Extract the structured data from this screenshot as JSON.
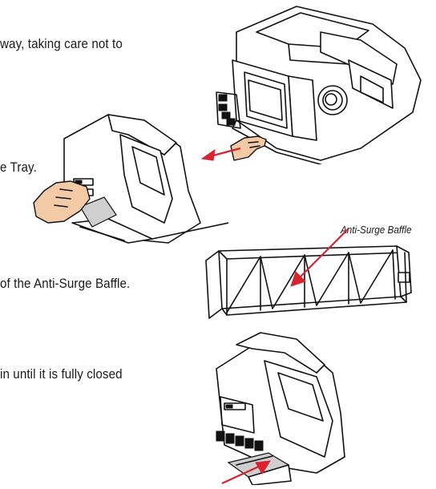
{
  "instructions": [
    {
      "text": "way, taking care not to"
    },
    {
      "text": "e Tray."
    },
    {
      "text": "of the Anti-Surge Baffle."
    },
    {
      "text": "in until it is fully closed"
    }
  ],
  "callout": {
    "label": "Anti-Surge Baffle",
    "arrow_color": "#d9232e"
  },
  "colors": {
    "arrow": "#d9232e",
    "skin": "#f2cba6",
    "line": "#111111"
  }
}
